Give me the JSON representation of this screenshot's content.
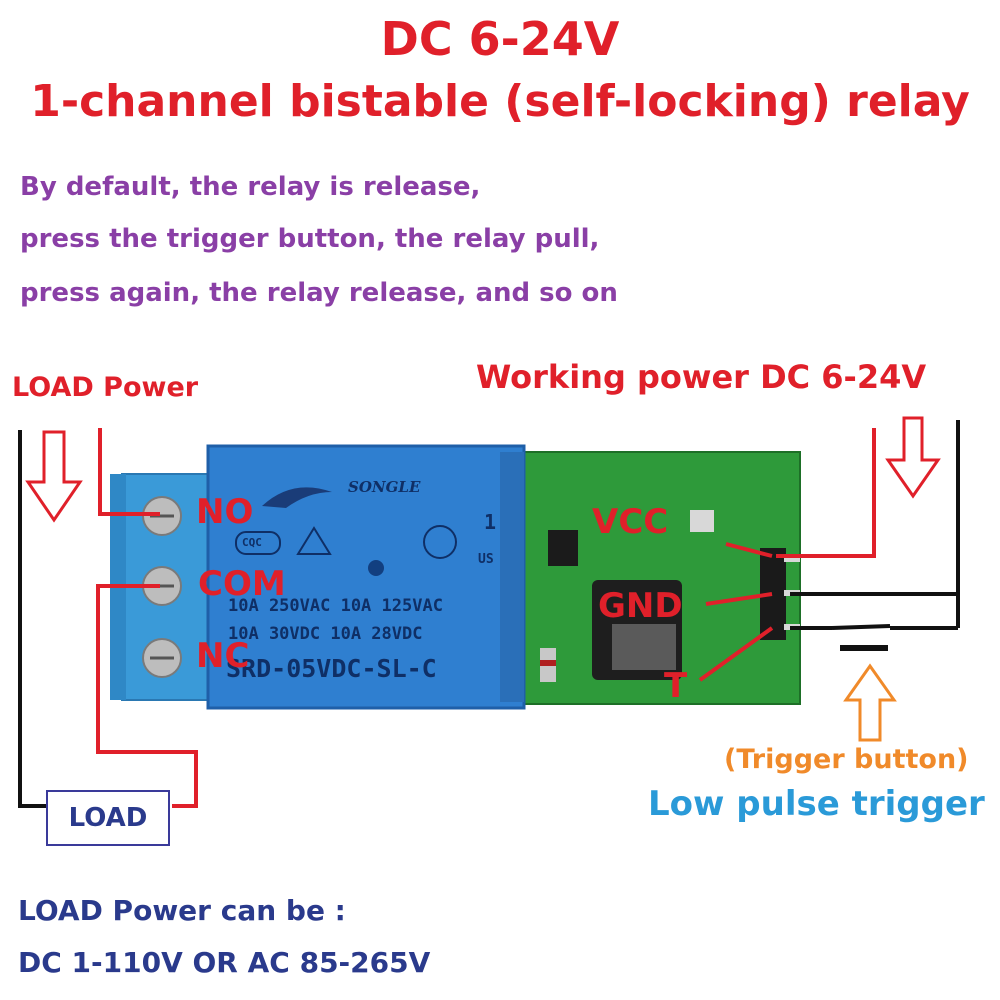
{
  "header": {
    "title_line1": "DC 6-24V",
    "title_line2": "1-channel bistable (self-locking) relay"
  },
  "description": [
    "By default, the relay is release,",
    "press the trigger button, the relay pull,",
    "press again, the relay release, and so on"
  ],
  "labels": {
    "load_power": "LOAD Power",
    "working_power": "Working power DC 6-24V",
    "load": "LOAD",
    "trigger_button": "(Trigger button)",
    "low_pulse": "Low pulse trigger"
  },
  "pins": {
    "no": "NO",
    "com": "COM",
    "nc": "NC",
    "vcc": "VCC",
    "gnd": "GND",
    "t": "T"
  },
  "relay": {
    "brand": "SONGLE",
    "spec1": "10A 250VAC  10A 125VAC",
    "spec2": "10A  30VDC  10A  28VDC",
    "model": "SRD-05VDC-SL-C",
    "cqc": "CQC",
    "ul": "US",
    "marking": "1"
  },
  "notes": [
    "LOAD Power can be :",
    "DC 1-110V OR AC 85-265V"
  ],
  "colors": {
    "title_red": "#e0202a",
    "desc_purple": "#8a3fa6",
    "note_navy": "#2a3a8c",
    "trigger_orange": "#f08a2a",
    "pulse_blue": "#2a9ad8",
    "relay_blue": "#2f7fd0",
    "board_green": "#2e9a3a",
    "terminal_blue": "#3a9ad8"
  }
}
